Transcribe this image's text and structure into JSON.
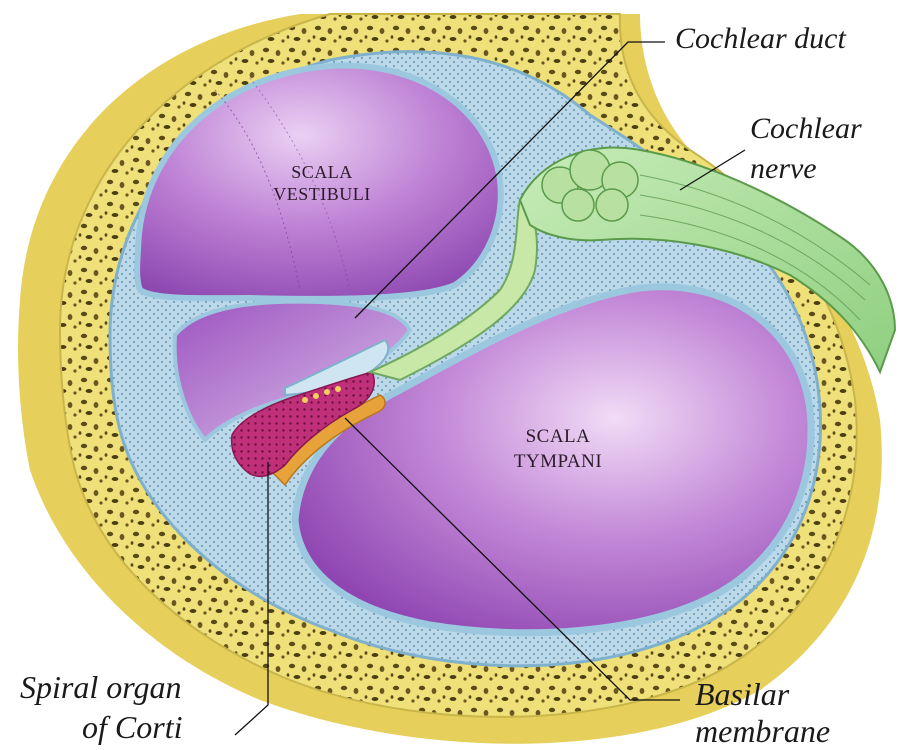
{
  "labels": {
    "cochlear_duct": "Cochlear duct",
    "cochlear_nerve_line1": "Cochlear",
    "cochlear_nerve_line2": "nerve",
    "scala_vestibuli_line1": "SCALA",
    "scala_vestibuli_line2": "VESTIBULI",
    "scala_tympani_line1": "SCALA",
    "scala_tympani_line2": "TYMPANI",
    "spiral_organ_line1": "Spiral organ",
    "spiral_organ_line2": "of Corti",
    "basilar_line1": "Basilar",
    "basilar_line2": "membrane"
  },
  "colors": {
    "bone": "#efe07a",
    "bone_dark": "#d7c24a",
    "bone_pores": "#5a4a18",
    "endosteum": "#b9d8ea",
    "chamber": "#a35ac4",
    "chamber_light": "#d9b4ea",
    "nerve": "#a8dc98",
    "corti": "#c0307a",
    "basilar": "#e7a33a",
    "leader": "#111111"
  }
}
